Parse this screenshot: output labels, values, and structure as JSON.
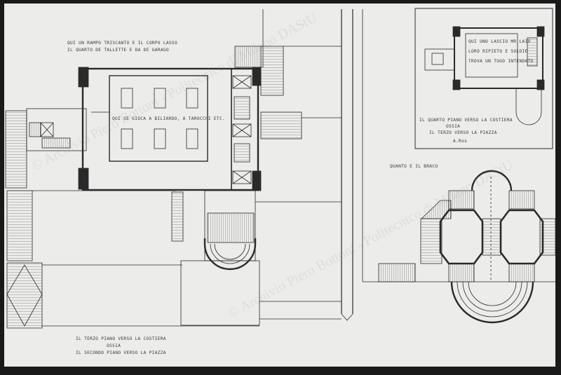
{
  "drawing": {
    "notes": {
      "main_top_1": "QUI UN RAMPO TRISCANTO E IL CORPO LASSO",
      "main_top_2": "IL QUARTO DE TALLETTE E DA DE GARAGO",
      "main_room": "QUI SE GIOCA A BILIARDO, A TAROCCHI ETC.",
      "inset_1": "QUI UNO LASCIO MR LAIO",
      "inset_2": "LORO RIPIETO E SOLDIE",
      "inset_3": "TROVA UN TOGO INTENDATO",
      "inset_caption_1": "IL QUARTO PIANO VERSO LA COSTIERA",
      "inset_caption_2": "OSSIA",
      "inset_caption_3": "IL TERZO VERSO LA PIAZZA",
      "inset_sign": "A.Ros",
      "right_title": "QUANTO E IL BRACO",
      "bottom_caption_1": "IL TERZO PIANO VERSO LA COSTIERA",
      "bottom_caption_2": "OSSIA",
      "bottom_caption_3": "IL SECONDO PIANO VERSO LA PIAZZA"
    },
    "watermark": "© Archivio Piero Bottoni - Politecnico di Milano DAStU",
    "colors": {
      "paper": "#ececea",
      "ink": "#2a2a2a",
      "frame": "#1a1a1a"
    }
  }
}
